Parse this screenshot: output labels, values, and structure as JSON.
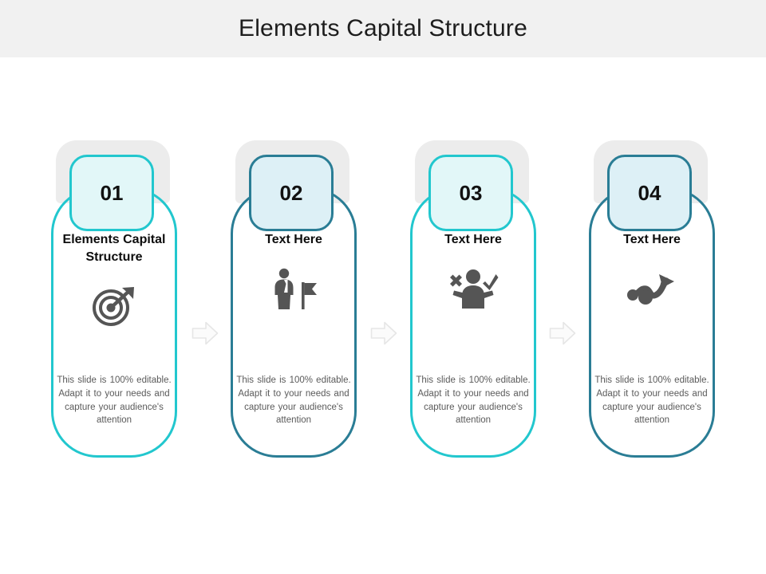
{
  "slide": {
    "title": "Elements Capital Structure",
    "background_color": "#ffffff",
    "title_bar_color": "#f1f1f1",
    "accent_light": "#22c7ce",
    "accent_dark": "#2a7d95",
    "icon_color": "#555555",
    "connector_color": "#e8e8e8"
  },
  "columns": [
    {
      "number": "01",
      "heading": "Elements Capital Structure",
      "body": "This slide is 100% editable. Adapt it to your needs and capture your audience's attention",
      "icon": "target-arrow-icon",
      "accent": "#22c7ce",
      "tone": "light"
    },
    {
      "number": "02",
      "heading": "Text Here",
      "body": "This slide is 100% editable. Adapt it to your needs and capture your audience's attention",
      "icon": "businessman-flag-icon",
      "accent": "#2a7d95",
      "tone": "dark"
    },
    {
      "number": "03",
      "heading": "Text Here",
      "body": "This slide is 100% editable. Adapt it to your needs and capture your audience's attention",
      "icon": "person-choice-icon",
      "accent": "#22c7ce",
      "tone": "light"
    },
    {
      "number": "04",
      "heading": "Text Here",
      "body": "This slide is 100% editable. Adapt it to your needs and capture your audience's attention",
      "icon": "path-arrow-icon",
      "accent": "#2a7d95",
      "tone": "dark"
    }
  ],
  "connectors": [
    {
      "icon": "right-arrow-icon"
    },
    {
      "icon": "right-arrow-icon"
    },
    {
      "icon": "right-arrow-icon"
    }
  ]
}
